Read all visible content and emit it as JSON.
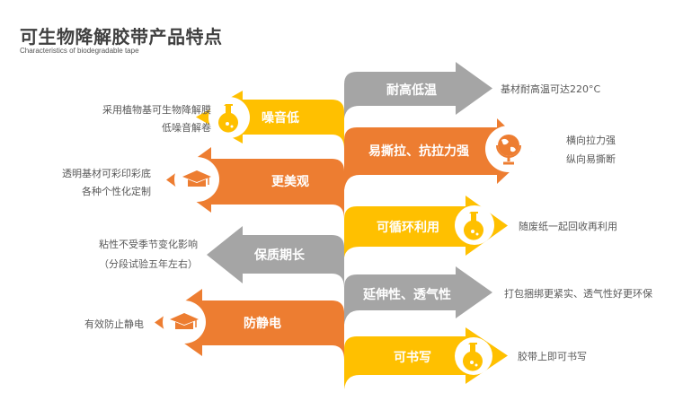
{
  "header": {
    "title": "可生物降解胶带产品特点",
    "subtitle": "Characteristics of biodegradable tape"
  },
  "colors": {
    "orange": "#ED7D31",
    "yellow": "#FFC000",
    "gray": "#A5A5A5"
  },
  "features": {
    "right": [
      {
        "label": "耐高低温",
        "color": "gray",
        "desc": [
          "基材耐高温可达220°C"
        ]
      },
      {
        "label": "易撕拉、抗拉力强",
        "color": "orange",
        "icon": "globe-icon",
        "desc": [
          "横向拉力强",
          "纵向易撕断"
        ]
      },
      {
        "label": "可循环利用",
        "color": "yellow",
        "icon": "flask-icon",
        "desc": [
          "随废纸一起回收再利用"
        ]
      },
      {
        "label": "延伸性、透气性",
        "color": "gray",
        "desc": [
          "打包捆绑更紧实、透气性好更环保"
        ]
      },
      {
        "label": "可书写",
        "color": "yellow",
        "icon": "flask-icon",
        "desc": [
          "胶带上即可书写"
        ]
      }
    ],
    "left": [
      {
        "label": "噪音低",
        "color": "yellow",
        "icon": "flask-icon",
        "desc": [
          "采用植物基可生物降解膜",
          "低噪音解卷"
        ]
      },
      {
        "label": "更美观",
        "color": "orange",
        "icon": "graduation-cap-icon",
        "desc": [
          "透明基材可彩印彩底",
          "各种个性化定制"
        ]
      },
      {
        "label": "保质期长",
        "color": "gray",
        "desc": [
          "粘性不受季节变化影响",
          "（分段试验五年左右）"
        ]
      },
      {
        "label": "防静电",
        "color": "orange",
        "icon": "graduation-cap-icon",
        "desc": [
          "有效防止静电"
        ]
      }
    ]
  }
}
